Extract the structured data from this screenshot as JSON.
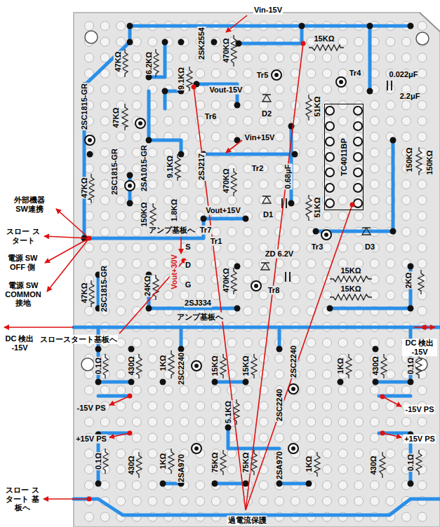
{
  "diagram": {
    "nodes": [
      {
        "text": [
          "TC4011BP"
        ]
      }
    ],
    "labels": [
      "Vin-15V",
      "2SK2554",
      "470KΩ",
      "15KΩ",
      "Tr5",
      "Tr4",
      "Vout-15V",
      "D2",
      "Tr6",
      "47KΩ",
      "6.2KΩ",
      "9.1KΩ",
      "2SC1815-GR",
      "47KΩ",
      "0.022μF",
      "2.2μF",
      "Vin+15V",
      "2SJ217",
      "470KΩ",
      "Tr2",
      "0.68μF",
      "51KΩ",
      "150KΩ",
      "150KΩ",
      "47KΩ",
      "2SC1815-GR",
      "2SA1015-GR",
      "9.1KΩ",
      "Vout+15V",
      "D1",
      "150KΩ",
      "1.8KΩ",
      "Tr1",
      "51KΩ",
      "Tr3",
      "D3",
      "アンプ基板へ",
      "Tr7",
      "ZD 6.2V",
      "S",
      "D",
      "G",
      "Vout+30V",
      "470KΩ",
      "15KΩ",
      "15KΩ",
      "2KΩ",
      "47KΩ",
      "2SC1815-GR",
      "24KΩ",
      "2SJ334",
      "アンプ基板へ",
      "Tr8",
      "外部機器 SW連携",
      "スロー スタート",
      "電源 SW OFF 側",
      "電源 SW COMMON 接地",
      "DC 検出 -15V",
      "スロースタート基板へ",
      "DC 検出 -15V",
      "0.1Ω",
      "430Ω",
      "1KΩ",
      "2SC2240",
      "15KΩ",
      "15KΩ",
      "2SC2240",
      "1KΩ",
      "430Ω",
      "0.1Ω",
      "-15V PS",
      "-15V PS",
      "5.1KΩ",
      "2SC2240",
      "+15V PS",
      "+15V PS",
      "0.1Ω",
      "430Ω",
      "1KΩ",
      "2SA970",
      "75KΩ",
      "75KΩ",
      "2SA970",
      "1KΩ",
      "430Ω",
      "0.1Ω",
      "スロー スタート 基板へ",
      "過電流保護"
    ]
  }
}
